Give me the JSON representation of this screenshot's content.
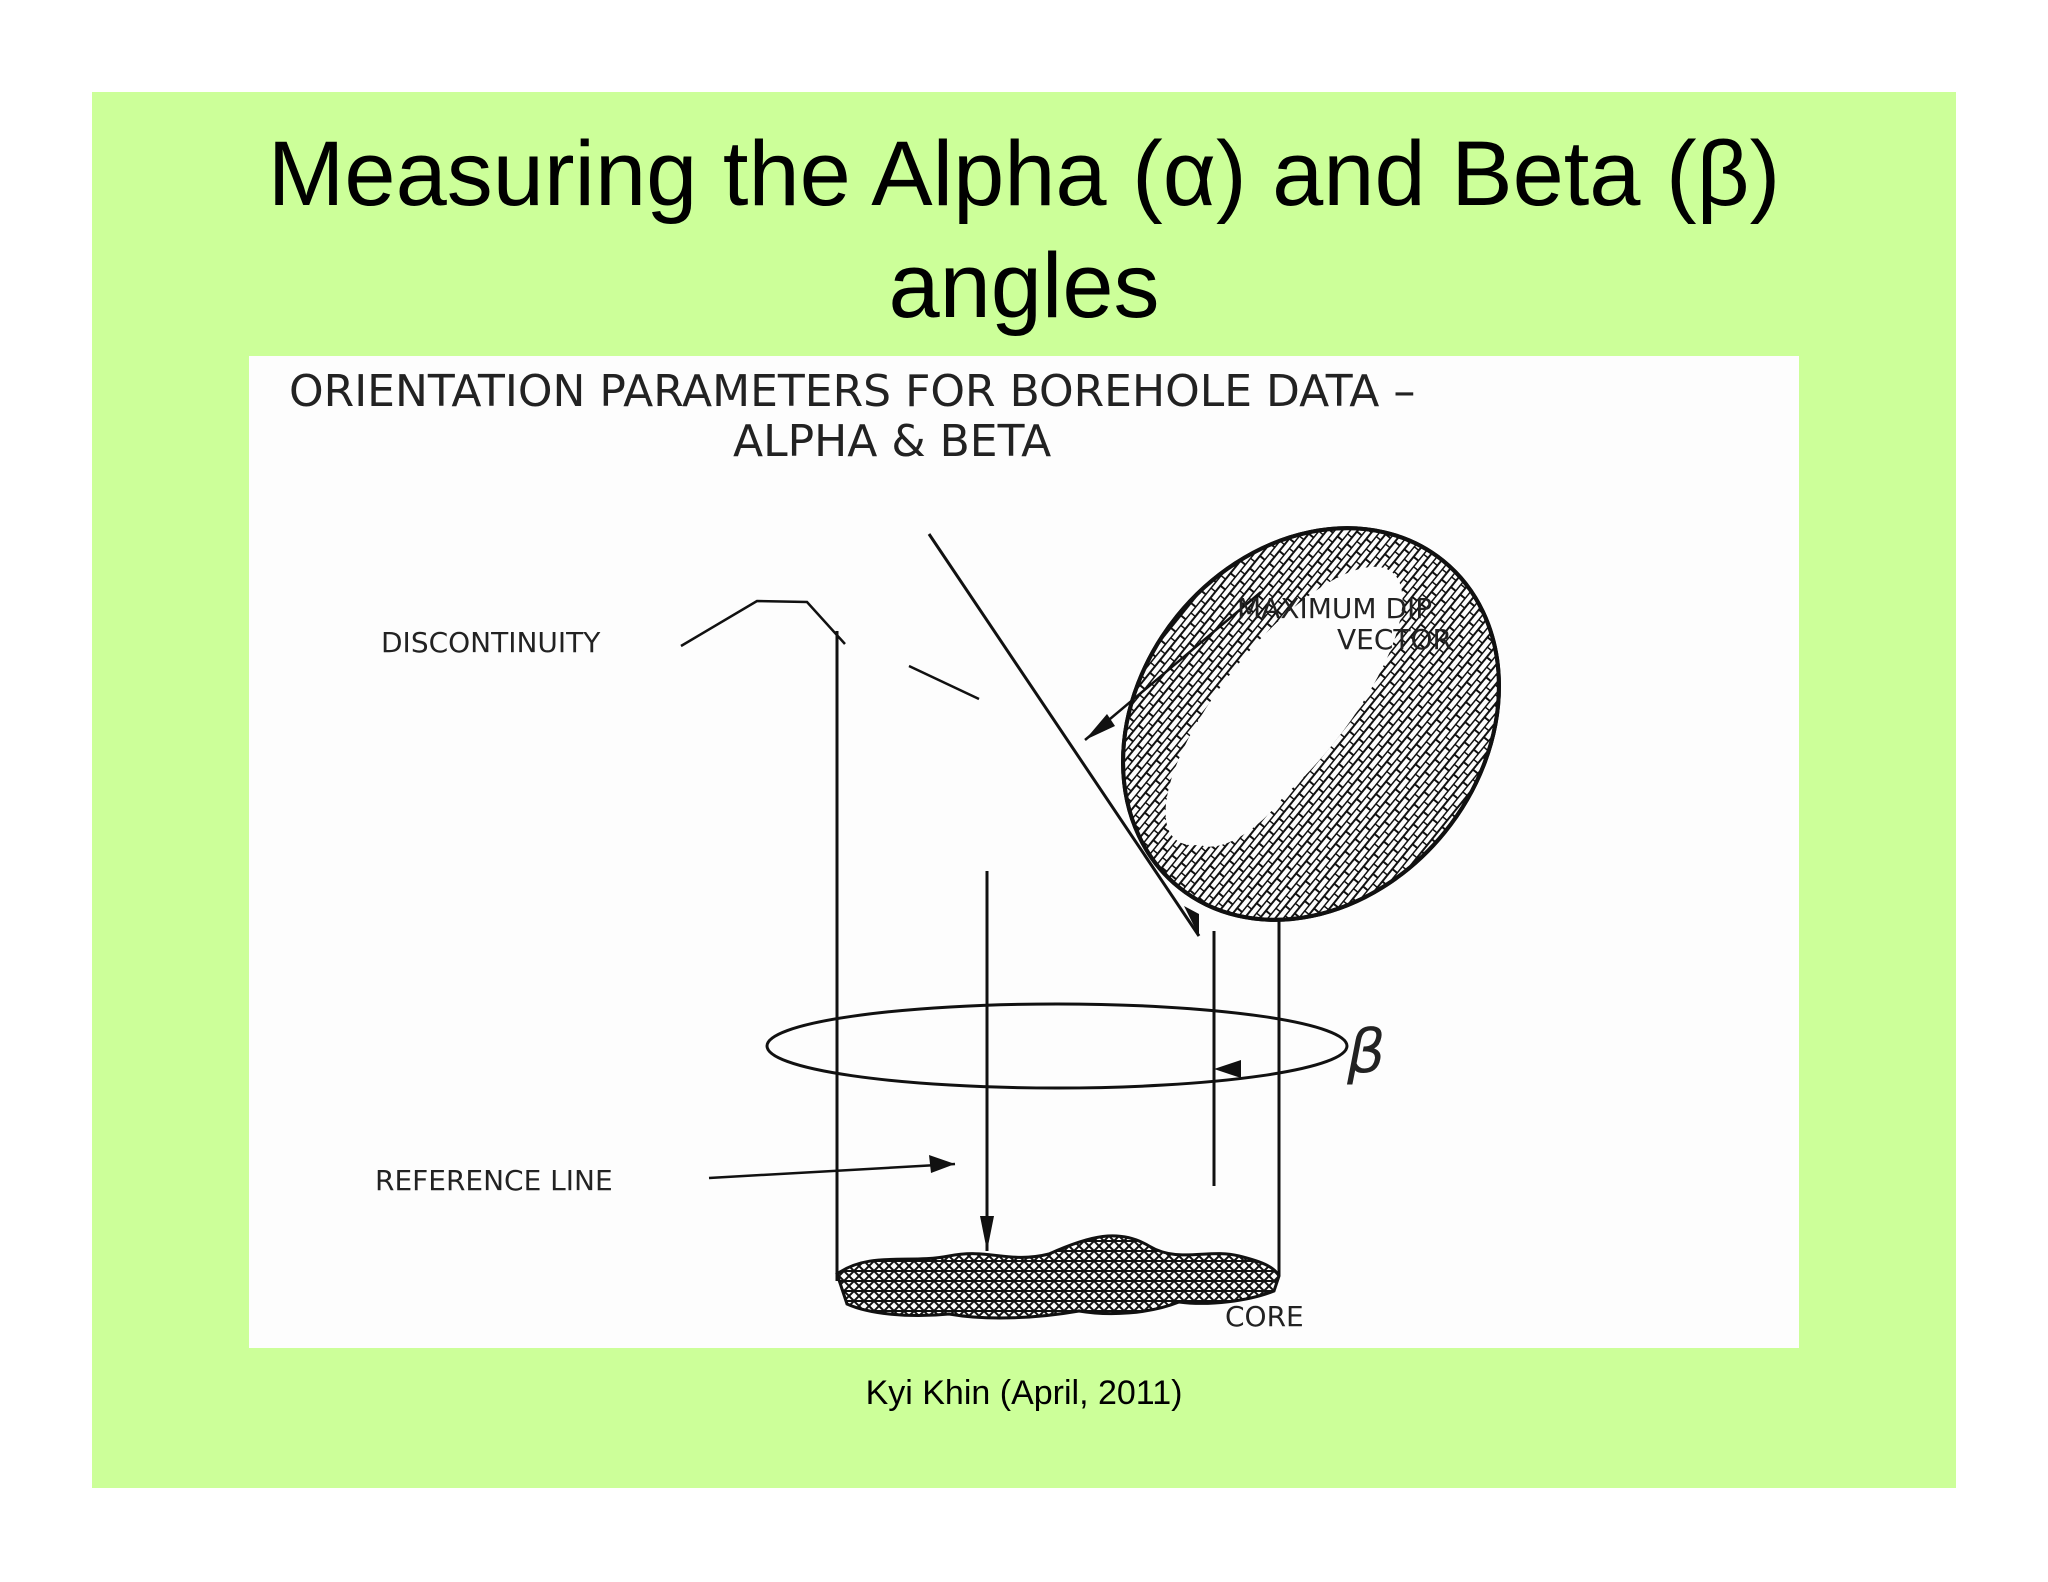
{
  "slide": {
    "title_line1": "Measuring the Alpha (α) and Beta (β)",
    "title_line2": "angles",
    "caption": "Kyi Khin (April, 2011)",
    "background": "#ccff99"
  },
  "figure": {
    "heading_line1": "ORIENTATION  PARAMETERS  FOR  BOREHOLE  DATA  –",
    "heading_line2": "ALPHA  &  BETA",
    "label_discontinuity": "DISCONTINUITY",
    "label_max_dip_line1": "MAXIMUM  DIP",
    "label_max_dip_line2": "VECTOR",
    "label_beta": "β",
    "label_reference_line": "REFERENCE  LINE",
    "label_core": "CORE"
  }
}
